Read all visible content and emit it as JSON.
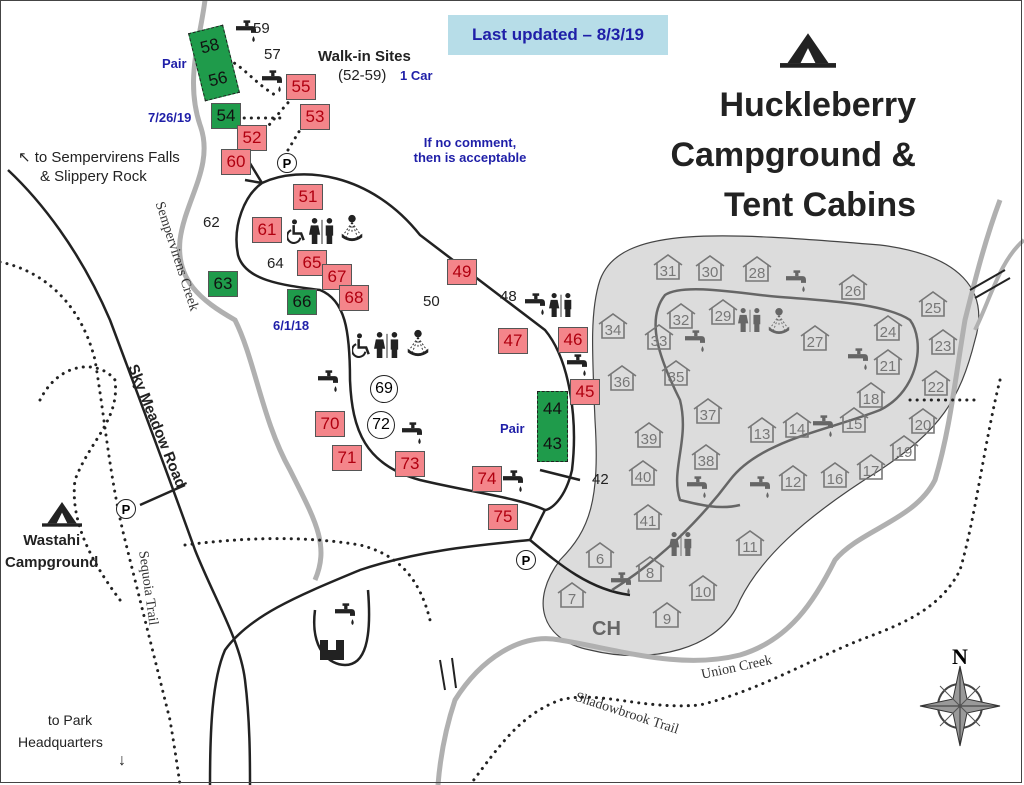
{
  "header": {
    "last_updated": "Last updated – 8/3/19"
  },
  "title": {
    "line1": "Huckleberry",
    "line2": "Campground &",
    "line3": "Tent Cabins"
  },
  "colors": {
    "unacceptable": "#f4858a",
    "acceptable": "#1f9b4b",
    "note_text": "#1f1fa8",
    "cabin_area": "#dcdcdc",
    "creek": "#b0b0b0"
  },
  "notes": {
    "walkin_title": "Walk-in Sites",
    "walkin_range": "(52-59)",
    "one_car": "1 Car",
    "pair_top": "Pair",
    "date_54": "7/26/19",
    "no_comment_1": "If no comment,",
    "no_comment_2": "then is acceptable",
    "date_66": "6/1/18",
    "pair_44_43": "Pair"
  },
  "sites": [
    {
      "id": "55",
      "status": "red"
    },
    {
      "id": "53",
      "status": "red"
    },
    {
      "id": "54",
      "status": "green"
    },
    {
      "id": "52",
      "status": "red"
    },
    {
      "id": "60",
      "status": "red"
    },
    {
      "id": "51",
      "status": "red"
    },
    {
      "id": "61",
      "status": "red"
    },
    {
      "id": "63",
      "status": "green"
    },
    {
      "id": "65",
      "status": "red"
    },
    {
      "id": "67",
      "status": "red"
    },
    {
      "id": "68",
      "status": "red"
    },
    {
      "id": "66",
      "status": "green"
    },
    {
      "id": "49",
      "status": "red"
    },
    {
      "id": "47",
      "status": "red"
    },
    {
      "id": "46",
      "status": "red"
    },
    {
      "id": "45",
      "status": "red"
    },
    {
      "id": "70",
      "status": "red"
    },
    {
      "id": "71",
      "status": "red"
    },
    {
      "id": "73",
      "status": "red"
    },
    {
      "id": "74",
      "status": "red"
    },
    {
      "id": "75",
      "status": "red"
    }
  ],
  "pairs": [
    {
      "ids": [
        "58",
        "56"
      ],
      "status": "green"
    },
    {
      "ids": [
        "44",
        "43"
      ],
      "status": "green"
    }
  ],
  "plain_sites": [
    "59",
    "57",
    "62",
    "64",
    "50",
    "48",
    "42"
  ],
  "circled_sites": [
    "69",
    "72"
  ],
  "parking_label": "P",
  "cabins": [
    "31",
    "30",
    "28",
    "26",
    "25",
    "24",
    "23",
    "22",
    "21",
    "20",
    "19",
    "18",
    "17",
    "16",
    "15",
    "14",
    "13",
    "12",
    "11",
    "10",
    "9",
    "8",
    "7",
    "6",
    "41",
    "40",
    "39",
    "38",
    "37",
    "36",
    "35",
    "34",
    "33",
    "32",
    "29",
    "27"
  ],
  "cabin_area_label": "CH",
  "places": {
    "to_sempervirens_1": "↖ to Sempervirens Falls",
    "to_sempervirens_2": "& Slippery Rock",
    "wastahi_1": "Wastahi",
    "wastahi_2": "Campground",
    "to_hq_1": "to Park",
    "to_hq_2": "Headquarters",
    "sky_meadow": "Sky Meadow Road",
    "sempervirens_creek": "Sempervirens Creek",
    "sequoia_trail": "Sequoia Trail",
    "union_creek": "Union Creek",
    "shadowbrook_trail": "Shadowbrook Trail",
    "north": "N"
  }
}
